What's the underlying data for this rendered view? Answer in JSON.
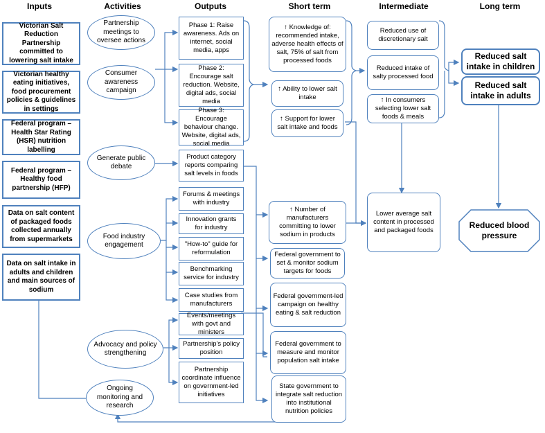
{
  "headers": {
    "inputs": "Inputs",
    "activities": "Activities",
    "outputs": "Outputs",
    "short_term": "Short term",
    "intermediate": "Intermediate",
    "long_term": "Long term"
  },
  "inputs": [
    "Victorian Salt Reduction Partnership committed to lowering salt intake",
    "Victorian healthy eating initiatives, food procurement policies & guidelines in settings",
    "Federal program – Health Star Rating (HSR) nutrition labelling",
    "Federal program – Healthy food partnership (HFP)",
    "Data on salt content of packaged foods collected annually from supermarkets",
    "Data on salt intake in adults and children and main sources of sodium"
  ],
  "activities": [
    "Partnership meetings to oversee actions",
    "Consumer awareness campaign",
    "Generate public debate",
    "Food industry engagement",
    "Advocacy and policy strengthening",
    "Ongoing monitoring and research"
  ],
  "outputs": [
    "Phase 1: Raise awareness. Ads on internet, social media, apps",
    "Phase 2: Encourage salt reduction. Website, digital ads, social media",
    "Phase 3: Encourage behaviour change. Website, digital ads, social media",
    "Product category reports comparing salt levels in foods",
    "Forums & meetings with industry",
    "Innovation grants for industry",
    "\"How-to\" guide for reformulation",
    "Benchmarking service for industry",
    "Case studies from manufacturers",
    "Events/meetings with govt and ministers",
    "Partnership's policy position",
    "Partnership coordinate influence on government-led initiatives"
  ],
  "short_term": [
    "↑ Knowledge of: recommended intake, adverse health effects of salt, 75% of salt from processed foods",
    "↑ Ability to lower salt intake",
    "↑ Support for lower salt intake and foods",
    "↑ Number of manufacturers committing to lower sodium in products",
    "Federal government to set & monitor sodium targets for foods",
    "Federal government-led campaign on healthy eating & salt reduction",
    "Federal government to measure and monitor population salt intake",
    "State government to integrate salt reduction into institutional nutrition policies"
  ],
  "intermediate": [
    "Reduced use of discretionary salt",
    "Reduced intake of salty processed food",
    "↑ In consumers selecting lower salt foods & meals",
    "Lower average salt content in processed and packaged foods"
  ],
  "long_term": [
    "Reduced salt intake in children",
    "Reduced salt intake in adults",
    "Reduced blood pressure"
  ],
  "colors": {
    "border": "#4f81bd",
    "arrow": "#4f81bd"
  }
}
